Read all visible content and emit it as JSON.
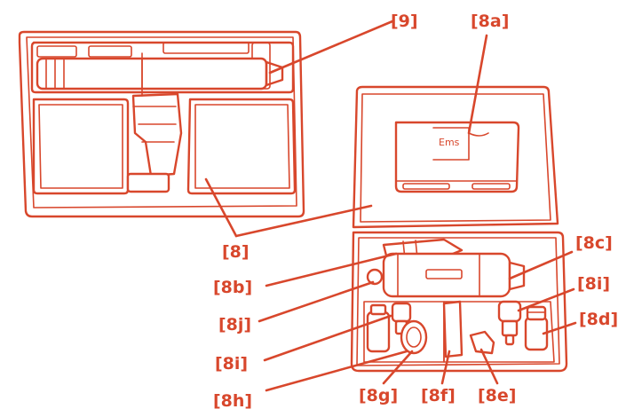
{
  "labels": {
    "l9": "[9]",
    "l8a": "[8a]",
    "l8": "[8]",
    "l8c": "[8c]",
    "l8b": "[8b]",
    "l8i_right": "[8i]",
    "l8j": "[8j]",
    "l8d": "[8d]",
    "l8i_left": "[8i]",
    "l8h": "[8h]",
    "l8g": "[8g]",
    "l8f": "[8f]",
    "l8e": "[8e]"
  },
  "device_logo": "Ems",
  "colors": {
    "line": "#d8472c",
    "background": "#ffffff"
  }
}
